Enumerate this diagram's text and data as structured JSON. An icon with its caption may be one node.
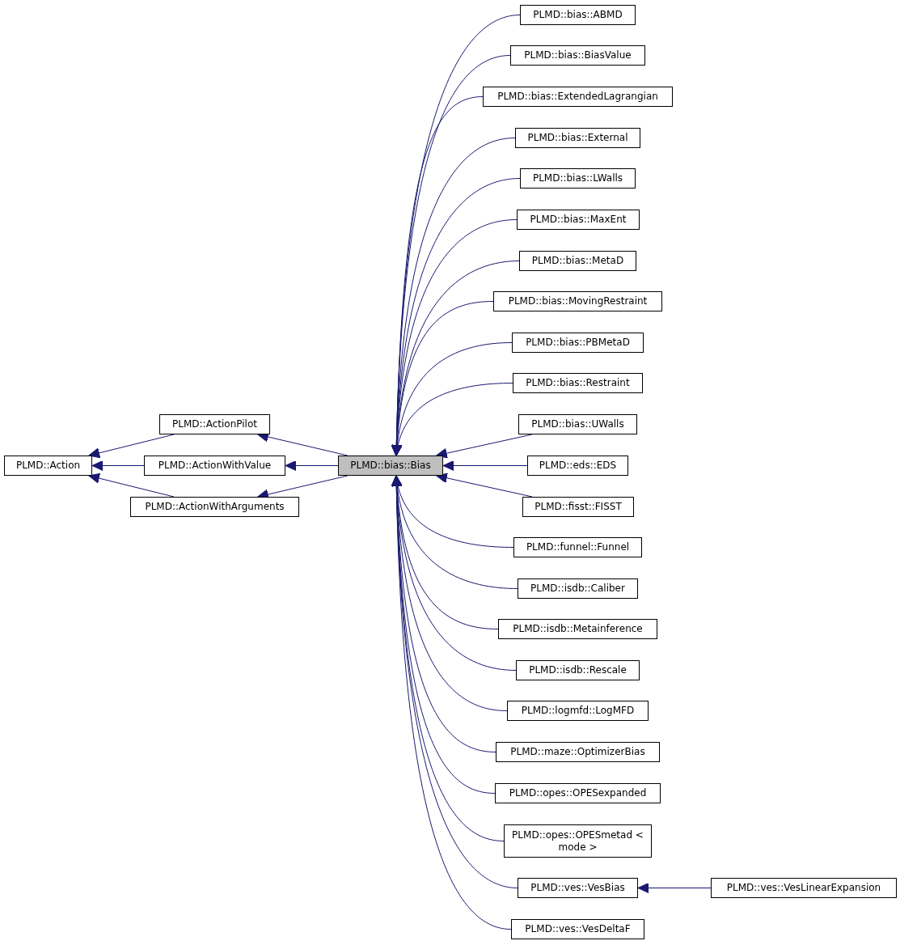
{
  "diagram": {
    "nodes": [
      {
        "text": [
          "PLMD::Action"
        ]
      },
      {
        "text": [
          "PLMD::ActionPilot"
        ]
      },
      {
        "text": [
          "PLMD::ActionWithValue"
        ]
      },
      {
        "text": [
          "PLMD::ActionWithArguments"
        ]
      },
      {
        "text": [
          "PLMD::bias::Bias"
        ]
      },
      {
        "text": [
          "PLMD::bias::ABMD"
        ]
      },
      {
        "text": [
          "PLMD::bias::BiasValue"
        ]
      },
      {
        "text": [
          "PLMD::bias::ExtendedLagrangian"
        ]
      },
      {
        "text": [
          "PLMD::bias::External"
        ]
      },
      {
        "text": [
          "PLMD::bias::LWalls"
        ]
      },
      {
        "text": [
          "PLMD::bias::MaxEnt"
        ]
      },
      {
        "text": [
          "PLMD::bias::MetaD"
        ]
      },
      {
        "text": [
          "PLMD::bias::MovingRestraint"
        ]
      },
      {
        "text": [
          "PLMD::bias::PBMetaD"
        ]
      },
      {
        "text": [
          "PLMD::bias::Restraint"
        ]
      },
      {
        "text": [
          "PLMD::bias::UWalls"
        ]
      },
      {
        "text": [
          "PLMD::eds::EDS"
        ]
      },
      {
        "text": [
          "PLMD::fisst::FISST"
        ]
      },
      {
        "text": [
          "PLMD::funnel::Funnel"
        ]
      },
      {
        "text": [
          "PLMD::isdb::Caliber"
        ]
      },
      {
        "text": [
          "PLMD::isdb::Metainference"
        ]
      },
      {
        "text": [
          "PLMD::isdb::Rescale"
        ]
      },
      {
        "text": [
          "PLMD::logmfd::LogMFD"
        ]
      },
      {
        "text": [
          "PLMD::maze::OptimizerBias"
        ]
      },
      {
        "text": [
          "PLMD::opes::OPESexpanded"
        ]
      },
      {
        "text": [
          "PLMD::opes::OPESmetad < mode >"
        ]
      },
      {
        "text": [
          "PLMD::ves::VesBias"
        ]
      },
      {
        "text": [
          "PLMD::ves::VesDeltaF"
        ]
      },
      {
        "text": [
          "PLMD::ves::VesLinearExpansion"
        ]
      }
    ],
    "edges": [
      {
        "from": 1,
        "to": 0,
        "arrow": "to"
      },
      {
        "from": 2,
        "to": 0,
        "arrow": "to"
      },
      {
        "from": 3,
        "to": 0,
        "arrow": "to"
      },
      {
        "from": 4,
        "to": 1,
        "arrow": "to"
      },
      {
        "from": 4,
        "to": 2,
        "arrow": "to"
      },
      {
        "from": 4,
        "to": 3,
        "arrow": "to"
      },
      {
        "from": 5,
        "to": 4,
        "arrow": "to"
      },
      {
        "from": 6,
        "to": 4,
        "arrow": "to"
      },
      {
        "from": 7,
        "to": 4,
        "arrow": "to"
      },
      {
        "from": 8,
        "to": 4,
        "arrow": "to"
      },
      {
        "from": 9,
        "to": 4,
        "arrow": "to"
      },
      {
        "from": 10,
        "to": 4,
        "arrow": "to"
      },
      {
        "from": 11,
        "to": 4,
        "arrow": "to"
      },
      {
        "from": 12,
        "to": 4,
        "arrow": "to"
      },
      {
        "from": 13,
        "to": 4,
        "arrow": "to"
      },
      {
        "from": 14,
        "to": 4,
        "arrow": "to"
      },
      {
        "from": 15,
        "to": 4,
        "arrow": "to"
      },
      {
        "from": 16,
        "to": 4,
        "arrow": "to"
      },
      {
        "from": 17,
        "to": 4,
        "arrow": "to"
      },
      {
        "from": 18,
        "to": 4,
        "arrow": "to"
      },
      {
        "from": 19,
        "to": 4,
        "arrow": "to"
      },
      {
        "from": 20,
        "to": 4,
        "arrow": "to"
      },
      {
        "from": 21,
        "to": 4,
        "arrow": "to"
      },
      {
        "from": 22,
        "to": 4,
        "arrow": "to"
      },
      {
        "from": 23,
        "to": 4,
        "arrow": "to"
      },
      {
        "from": 24,
        "to": 4,
        "arrow": "to"
      },
      {
        "from": 25,
        "to": 4,
        "arrow": "to"
      },
      {
        "from": 26,
        "to": 4,
        "arrow": "to"
      },
      {
        "from": 27,
        "to": 4,
        "arrow": "to"
      },
      {
        "from": 28,
        "to": 26,
        "arrow": "to"
      }
    ]
  }
}
